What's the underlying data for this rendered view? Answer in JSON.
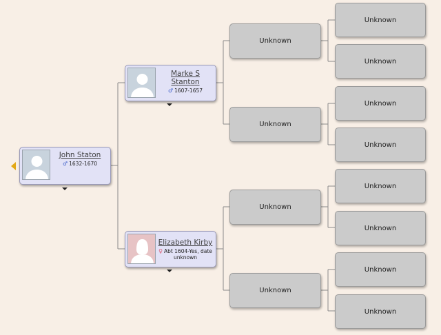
{
  "root": {
    "name": "John Staton",
    "gender_symbol": "♂",
    "dates": "1632-1670"
  },
  "father": {
    "name_line1": "Marke S",
    "name_line2": "Stanton",
    "gender_symbol": "♂",
    "dates": "1607-1657"
  },
  "mother": {
    "name": "Elizabeth Kirby",
    "gender_symbol": "♀",
    "dates_line1": "Abt 1604-Yes, date",
    "dates_line2": "unknown"
  },
  "unknown_label": "Unknown",
  "colors": {
    "background": "#f8efe6",
    "person_card": "#e2e2f6",
    "unknown_card": "#cbcbcb",
    "male_symbol": "#3b5dc9",
    "female_symbol": "#d9536b",
    "back_arrow": "#e3a816"
  }
}
